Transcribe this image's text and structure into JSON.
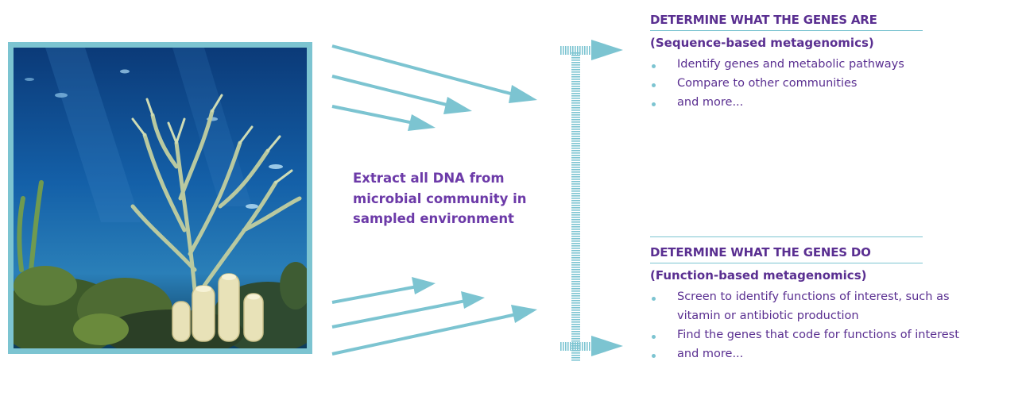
{
  "center_label": {
    "lines": [
      "Extract all DNA from",
      "microbial community in",
      "sampled environment"
    ]
  },
  "sequence_panel": {
    "title": "DETERMINE WHAT THE GENES ARE",
    "subtitle": "(Sequence-based metagenomics)",
    "bullets": [
      "Identify genes and metabolic pathways",
      "Compare to other communities",
      "and more..."
    ]
  },
  "function_panel": {
    "title": "DETERMINE WHAT THE GENES DO",
    "subtitle": "(Function-based metagenomics)",
    "bullets": [
      "Screen to identify functions of interest, such as",
      "vitamin or antibiotic production",
      "Find the genes that code for functions of interest",
      "and more..."
    ]
  },
  "colors": {
    "accent_teal": "#7cc4d1",
    "text_purple": "#5a2f91",
    "center_purple": "#6c3aa8",
    "water_blue": "#0d3d7a"
  }
}
